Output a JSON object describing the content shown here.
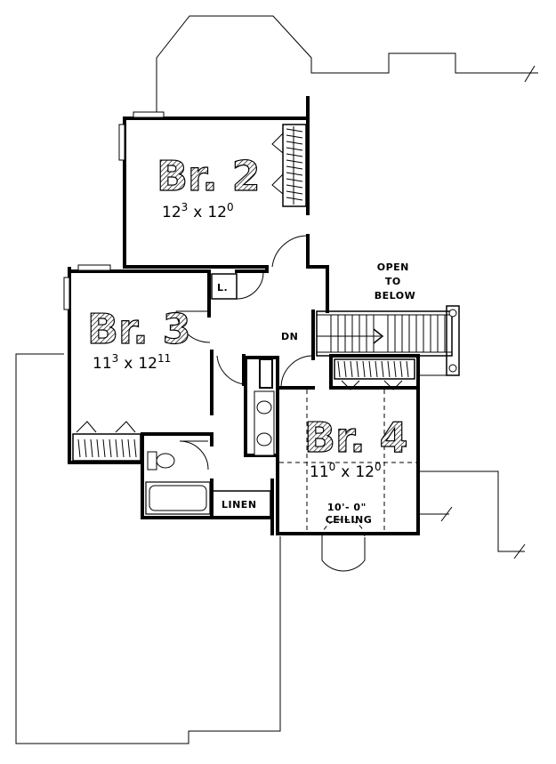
{
  "rooms": {
    "br2": {
      "name": "Br. 2",
      "dim_w": "12",
      "dim_w_sup": "3",
      "dim_x": "x",
      "dim_h": "12",
      "dim_h_sup": "0"
    },
    "br3": {
      "name": "Br. 3",
      "dim_w": "11",
      "dim_w_sup": "3",
      "dim_x": "x",
      "dim_h": "12",
      "dim_h_sup": "11"
    },
    "br4": {
      "name": "Br. 4",
      "dim_w": "11",
      "dim_w_sup": "0",
      "dim_x": "x",
      "dim_h": "12",
      "dim_h_sup": "0"
    }
  },
  "labels": {
    "open_to_below": [
      "OPEN",
      "TO",
      "BELOW"
    ],
    "stair_dn": "DN",
    "linen": "LINEN",
    "laundry": "L.",
    "ceiling": [
      "10'- 0\"",
      "CEILING"
    ]
  }
}
